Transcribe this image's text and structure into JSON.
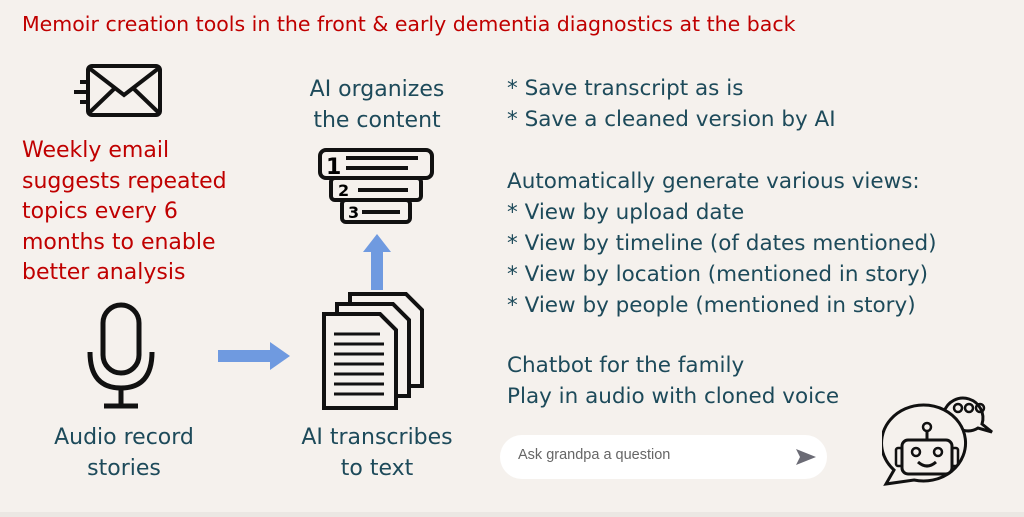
{
  "title": "Memoir creation tools in the front & early dementia diagnostics at the back",
  "weekly_email": [
    "Weekly email",
    "suggests repeated",
    "topics every 6",
    "months to enable",
    "better analysis"
  ],
  "organize_label": [
    "AI organizes",
    "the content"
  ],
  "audio_label": [
    "Audio record",
    "stories"
  ],
  "transcribe_label": [
    "AI transcribes",
    "to text"
  ],
  "save_options": [
    "* Save transcript as is",
    "* Save a cleaned version by AI"
  ],
  "views": {
    "heading": "Automatically generate various views:",
    "items": [
      "* View by upload date",
      "* View by timeline (of dates mentioned)",
      "* View by location (mentioned in story)",
      "* View by people (mentioned in story)"
    ]
  },
  "chatbot_lines": [
    "Chatbot for the family",
    "Play in audio with cloned voice"
  ],
  "chat_input": {
    "placeholder": "Ask grandpa a question",
    "value": ""
  },
  "colors": {
    "red": "#c00000",
    "teal": "#1d4a5a",
    "arrow": "#6f9ae0",
    "background": "#f5f1ed"
  }
}
